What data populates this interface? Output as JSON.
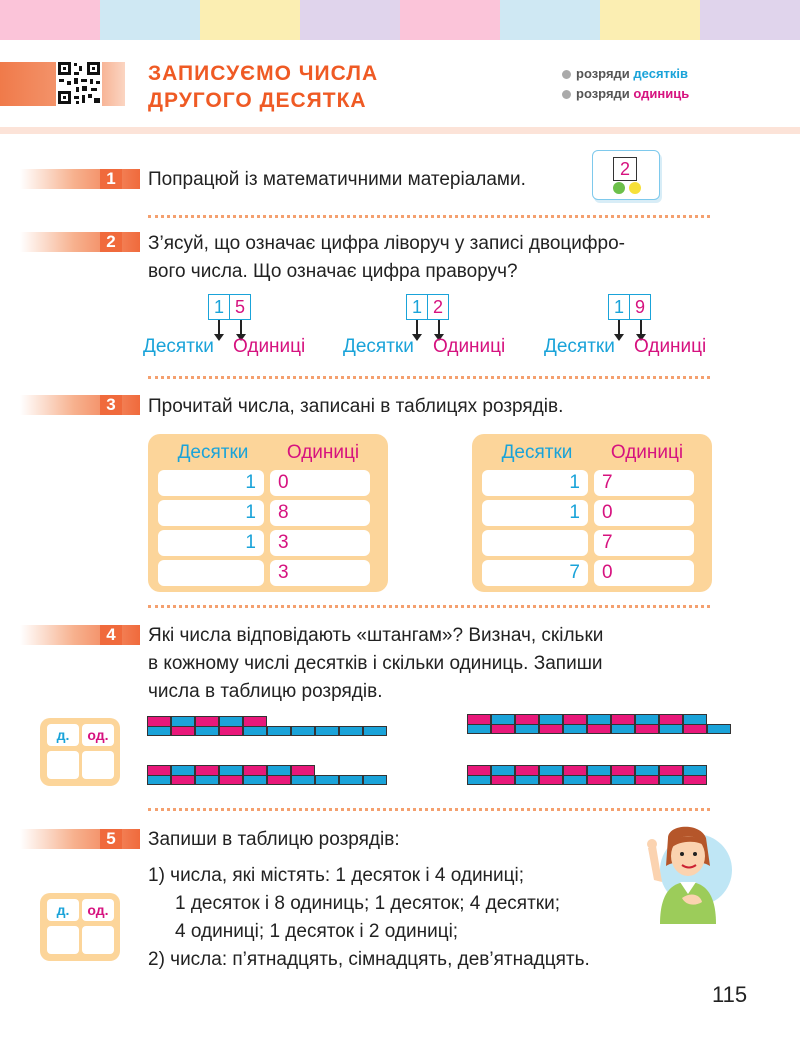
{
  "stripes": [
    "#fbc4d9",
    "#cfe8f3",
    "#fbeeb2",
    "#e0d4ec",
    "#fbc4d9",
    "#cfe8f3",
    "#fbeeb2",
    "#e0d4ec"
  ],
  "header": {
    "title_line1": "ЗАПИСУЄМО ЧИСЛА",
    "title_line2": "ДРУГОГО ДЕСЯТКА",
    "topic1_prefix": "розряди",
    "topic1_word": "десятків",
    "topic2_prefix": "розряди",
    "topic2_word": "одиниць"
  },
  "task1": {
    "num": "1",
    "text": "Попрацюй із математичними матеріалами.",
    "card_digit": "2"
  },
  "task2": {
    "num": "2",
    "line1": "З’ясуй, що означає цифра ліворуч у записі двоцифро-",
    "line2": "вого числа. Що означає цифра праворуч?",
    "examples": [
      {
        "tens": "1",
        "ones": "5"
      },
      {
        "tens": "1",
        "ones": "2"
      },
      {
        "tens": "1",
        "ones": "9"
      }
    ],
    "label_tens": "Десятки",
    "label_ones": "Одиниці"
  },
  "task3": {
    "num": "3",
    "text": "Прочитай числа, записані в таблицях розрядів.",
    "col_tens": "Десятки",
    "col_ones": "Одиниці",
    "table1": [
      [
        "1",
        "0"
      ],
      [
        "1",
        "8"
      ],
      [
        "1",
        "3"
      ],
      [
        "",
        "3"
      ]
    ],
    "table2": [
      [
        "1",
        "7"
      ],
      [
        "1",
        "0"
      ],
      [
        "",
        "7"
      ],
      [
        "7",
        "0"
      ]
    ]
  },
  "task4": {
    "num": "4",
    "line1": "Які числа відповідають «штангам»? Визнач, скільки",
    "line2": "в кожному числі десятків і скільки одиниць. Запиши",
    "line3": "числа в таблицю розрядів.",
    "mini_d": "д.",
    "mini_od": "од.",
    "bars": [
      {
        "tens": 5,
        "ones": 5
      },
      {
        "tens": 10,
        "ones": 1
      },
      {
        "tens": 7,
        "ones": 3
      },
      {
        "tens": 10,
        "ones": 0
      }
    ]
  },
  "task5": {
    "num": "5",
    "text": "Запиши в таблицю розрядів:",
    "line1": "1) числа, які містять: 1 десяток і 4 одиниці;",
    "line2": "1 десяток і 8 одиниць; 1 десяток; 4 десятки;",
    "line3": "4 одиниці; 1 десяток і 2 одиниці;",
    "line4": "2) числа: п’ятнадцять, сімнадцять, дев’ятнадцять.",
    "mini_d": "д.",
    "mini_od": "од."
  },
  "page_number": "115"
}
